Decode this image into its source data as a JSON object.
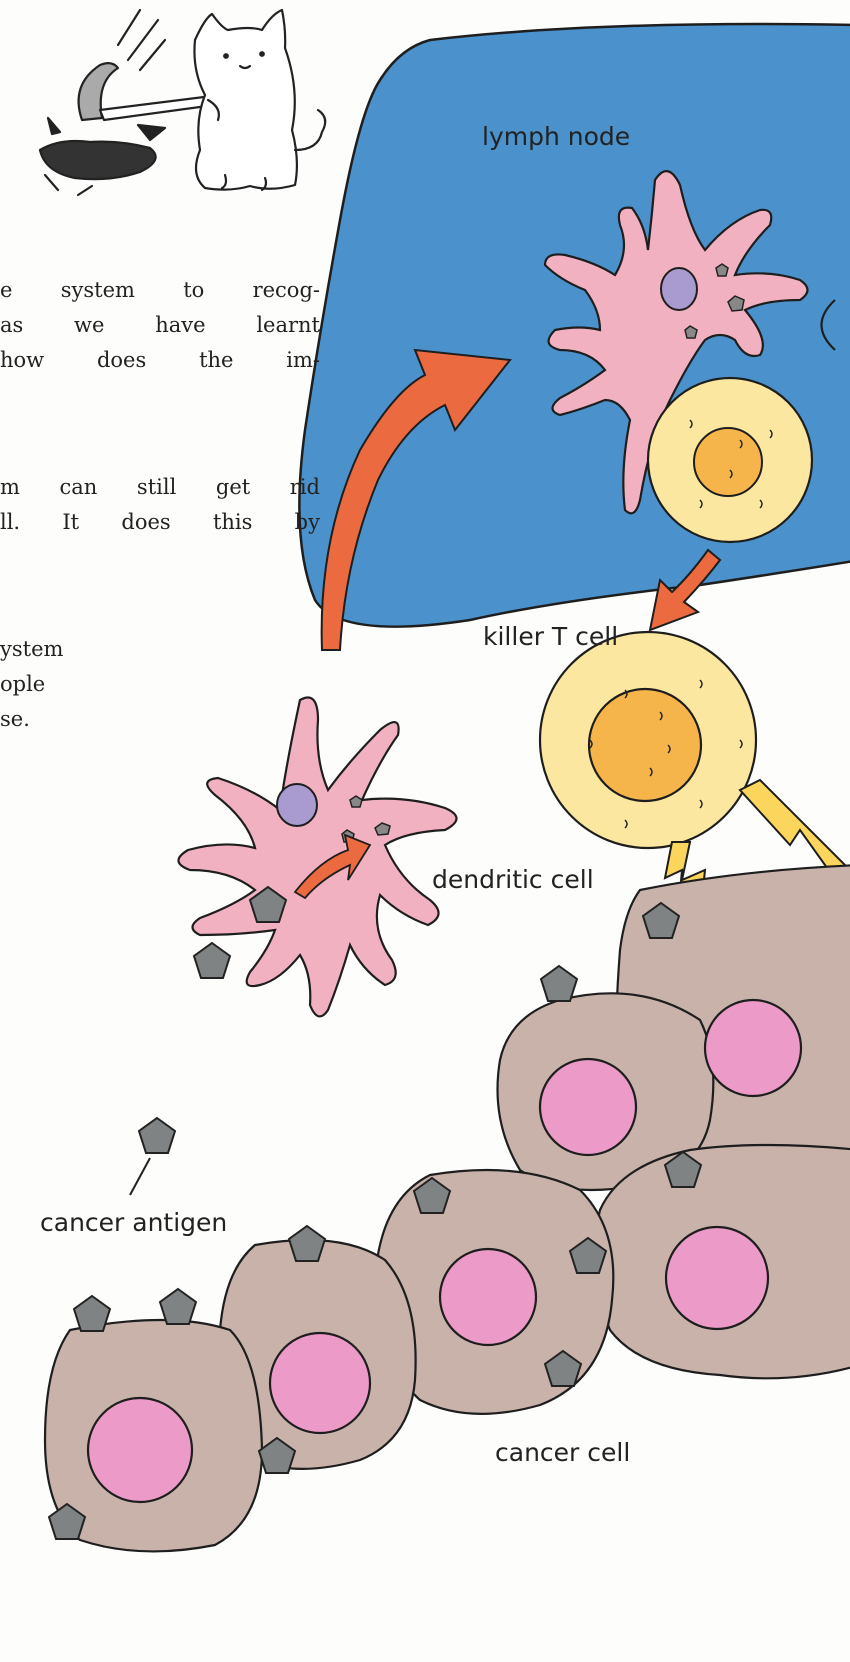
{
  "labels": {
    "lymph_node": "lymph node",
    "killer_t_cell": "killer T cell",
    "dendritic_cell": "dendritic cell",
    "cancer_antigen": "cancer antigen",
    "cancer_cell": "cancer cell"
  },
  "prose": {
    "block1": [
      "e system to recog-",
      "as we have learnt",
      "how does the im-"
    ],
    "block2": [
      "m can still get rid",
      "ll. It does this by"
    ],
    "block3": [
      "ystem",
      "ople",
      "se."
    ]
  },
  "colors": {
    "lymph_node": "#4b92cc",
    "dendritic_cell": "#f2b1c1",
    "dendritic_nucleus": "#a99ad0",
    "t_cell": "#fbe7a0",
    "t_cell_nucleus": "#f6b54a",
    "cancer_cell": "#c9b2aa",
    "cancer_nucleus": "#ec9bc8",
    "antigen": "#7f8383",
    "arrow": "#ec6a3f",
    "lightning": "#fcd65c"
  },
  "illustration": {
    "mascot": "cat-with-hammer"
  }
}
